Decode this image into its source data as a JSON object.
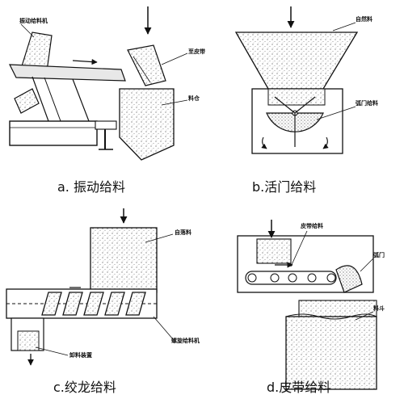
{
  "panels": [
    {
      "id": "a",
      "caption": "a. 振动给料",
      "labels": [
        "振动给料机",
        "至皮带",
        "料仓"
      ]
    },
    {
      "id": "b",
      "caption": "b.活门给料",
      "labels": [
        "自然料",
        "弧门给料"
      ]
    },
    {
      "id": "c",
      "caption": "c.绞龙给料",
      "labels": [
        "自落料",
        "螺旋给料机",
        "卸料装置"
      ]
    },
    {
      "id": "d",
      "caption": "d.皮带给料",
      "labels": [
        "皮带给料",
        "弧门",
        "料斗"
      ]
    }
  ]
}
